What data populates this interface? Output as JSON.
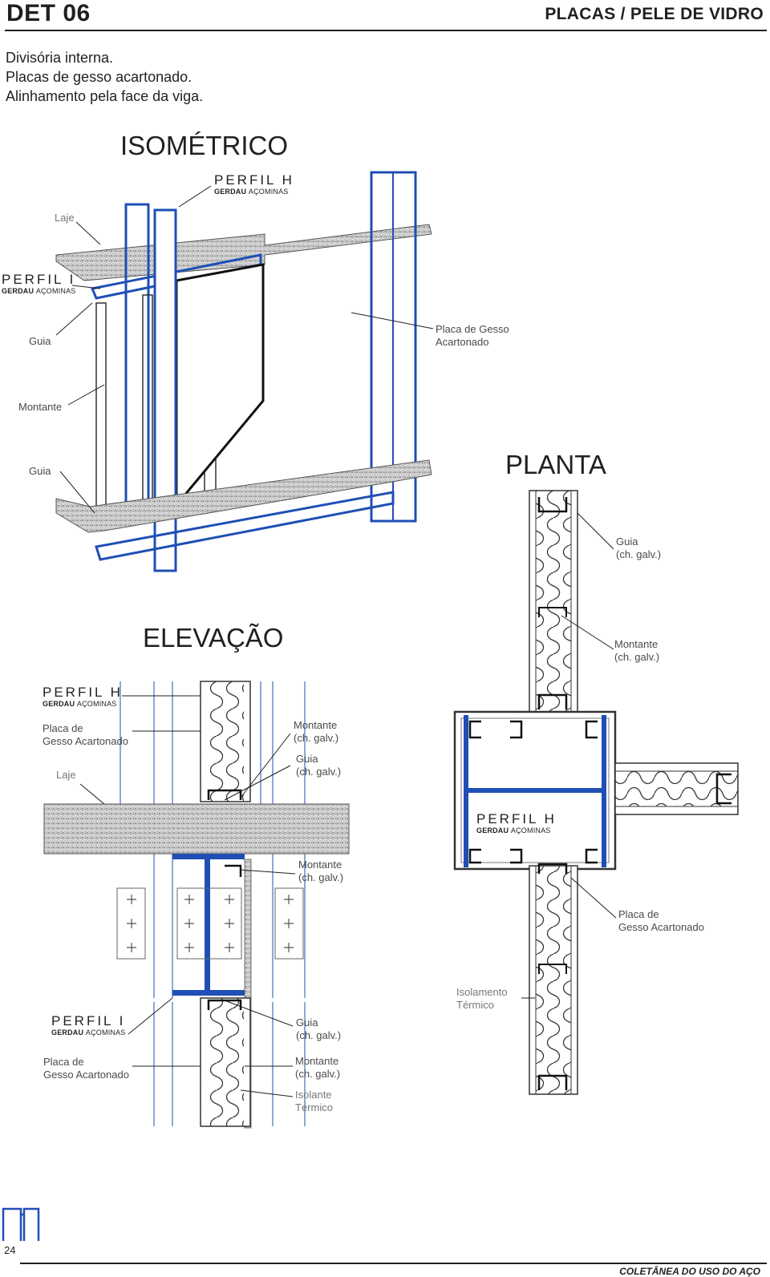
{
  "header": {
    "code": "DET 06",
    "section": "PLACAS /  PELE DE VIDRO"
  },
  "description": [
    "Divisória interna.",
    "Placas de gesso acartonado.",
    "Alinhamento pela face da viga."
  ],
  "isometrico": {
    "title": "ISOMÉTRICO",
    "perfil_h": "PERFIL H",
    "perfil_i": "PERFIL I",
    "laje": "Laje",
    "guia_top": "Guia",
    "placa_1": "Placa de Gesso",
    "placa_2": "Acartonado",
    "montante": "Montante",
    "guia_bottom": "Guia"
  },
  "brand": {
    "bold": "GERDAU",
    "regular": "AÇOMINAS"
  },
  "planta": {
    "title": "PLANTA",
    "guia_1": "Guia",
    "guia_2": "(ch. galv.)",
    "montante_1": "Montante",
    "montante_2": "(ch. galv.)",
    "perfil_h": "PERFIL H",
    "placa_1": "Placa de",
    "placa_2": "Gesso Acartonado",
    "isolamento_1": "Isolamento",
    "isolamento_2": "Térmico"
  },
  "elevacao": {
    "title": "ELEVAÇÃO",
    "perfil_h": "PERFIL H",
    "placa_1": "Placa de",
    "placa_2": "Gesso Acartonado",
    "laje": "Laje",
    "montante_a1": "Montante",
    "montante_a2": "(ch. galv.)",
    "guia_a1": "Guia",
    "guia_a2": "(ch. galv.)",
    "montante_b1": "Montante",
    "montante_b2": "(ch. galv.)",
    "perfil_i": "PERFIL I",
    "placa_b1": "Placa de",
    "placa_b2": "Gesso Acartonado",
    "guia_b1": "Guia",
    "guia_b2": "(ch. galv.)",
    "montante_c1": "Montante",
    "montante_c2": "(ch. galv.)",
    "isolante_1": "Isolante",
    "isolante_2": "Térmico"
  },
  "footer": {
    "page": "24",
    "publication": "COLETÂNEA DO USO DO AÇO"
  },
  "colors": {
    "steel_blue": "#1f4fb5",
    "concrete": "#b8b8b8",
    "ink": "#231f20"
  }
}
